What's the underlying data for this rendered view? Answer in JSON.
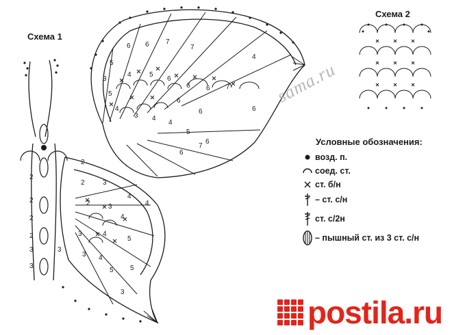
{
  "scheme1_label": "Схема 1",
  "scheme2_label": "Схема 2",
  "legend": {
    "title": "Условные обозначения:",
    "items": [
      {
        "icon": "chain-dot-icon",
        "text": "возд. п."
      },
      {
        "icon": "slip-stitch-arc-icon",
        "text": "соед. ст."
      },
      {
        "icon": "single-crochet-cross-icon",
        "text": "ст. б/н"
      },
      {
        "icon": "double-crochet-icon",
        "text": "– ст. с/н"
      },
      {
        "icon": "treble-crochet-icon",
        "text": "ст. с/2н"
      },
      {
        "icon": "puff-stitch-icon",
        "text": "– пышный ст. из 3 ст. с/н"
      }
    ]
  },
  "upper_wing_numbers": [
    "5",
    "6",
    "6",
    "7",
    "7",
    "4",
    "3",
    "4",
    "5",
    "6",
    "6",
    "6",
    "7",
    "6",
    "6",
    "5",
    "4",
    "3",
    "4",
    "4",
    "5",
    "6",
    "6",
    "7",
    "6"
  ],
  "lower_wing_numbers": [
    "2",
    "2",
    "3",
    "4",
    "2",
    "3",
    "4",
    "4",
    "3",
    "4",
    "5",
    "3",
    "4",
    "5",
    "5",
    "3"
  ],
  "body_numbers": [
    "2",
    "2",
    "2",
    "2",
    "3",
    "3",
    "3"
  ],
  "watermark": "sama.ru",
  "brand": "postila.ru",
  "colors": {
    "ink": "#1a1a1a",
    "brand": "#e1251b",
    "watermark": "#b7b7b7"
  }
}
